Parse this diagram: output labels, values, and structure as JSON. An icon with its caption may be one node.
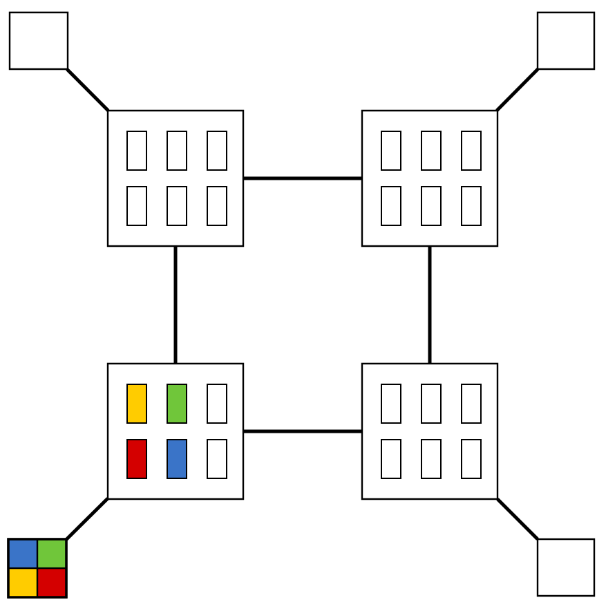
{
  "diagram": {
    "nodes": [
      {
        "text": [],
        "shape": "box"
      },
      {
        "text": [],
        "shape": "box"
      },
      {
        "text": [],
        "shape": "box"
      },
      {
        "text": [],
        "shape": "box"
      },
      {
        "text": [],
        "shape": "box"
      },
      {
        "text": [],
        "shape": "box"
      },
      {
        "text": [],
        "shape": "box"
      },
      {
        "text": [],
        "shape": "box"
      }
    ],
    "edges": [
      {
        "from": 0,
        "to": 2,
        "arrow": "none"
      },
      {
        "from": 1,
        "to": 3,
        "arrow": "none"
      },
      {
        "from": 2,
        "to": 3,
        "arrow": "none"
      },
      {
        "from": 2,
        "to": 4,
        "arrow": "none"
      },
      {
        "from": 3,
        "to": 5,
        "arrow": "none"
      },
      {
        "from": 4,
        "to": 5,
        "arrow": "none"
      },
      {
        "from": 4,
        "to": 6,
        "arrow": "none"
      },
      {
        "from": 5,
        "to": 7,
        "arrow": "none"
      }
    ]
  }
}
